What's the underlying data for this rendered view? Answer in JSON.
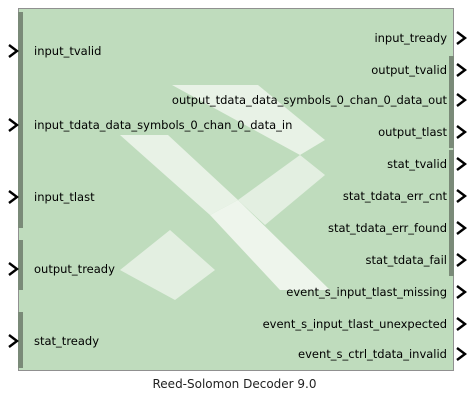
{
  "block": {
    "title": "Reed-Solomon Decoder 9.0",
    "fill_color": "#bfdcbd",
    "logo_color": "#e6f0e4"
  },
  "left_ports": [
    {
      "label": "input_tvalid"
    },
    {
      "label": "input_tdata_data_symbols_0_chan_0_data_in"
    },
    {
      "label": "input_tlast"
    },
    {
      "label": "output_tready"
    },
    {
      "label": "stat_tready"
    }
  ],
  "right_ports": [
    {
      "label": "input_tready"
    },
    {
      "label": "output_tvalid"
    },
    {
      "label": "output_tdata_data_symbols_0_chan_0_data_out"
    },
    {
      "label": "output_tlast"
    },
    {
      "label": "stat_tvalid"
    },
    {
      "label": "stat_tdata_err_cnt"
    },
    {
      "label": "stat_tdata_err_found"
    },
    {
      "label": "stat_tdata_fail"
    },
    {
      "label": "event_s_input_tlast_missing"
    },
    {
      "label": "event_s_input_tlast_unexpected"
    },
    {
      "label": "event_s_ctrl_tdata_invalid"
    }
  ]
}
